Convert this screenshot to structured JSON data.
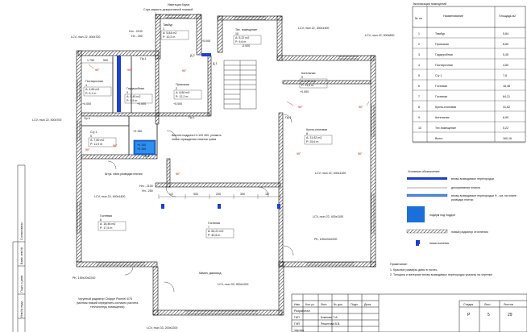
{
  "explication": {
    "title": "Экспликация помещений",
    "headers": [
      "№ пп",
      "Наименование",
      "Площадь м2"
    ],
    "rows": [
      [
        "1",
        "Тамбур",
        "5,84"
      ],
      [
        "2",
        "Прихожая",
        "8,80"
      ],
      [
        "3",
        "Гардеробная",
        "5,45"
      ],
      [
        "4",
        "Постирочная",
        "4,80"
      ],
      [
        "5",
        "С/у 1",
        "7,8"
      ],
      [
        "6",
        "Гостевая",
        "18,48"
      ],
      [
        "7",
        "Гостиная",
        "64,21"
      ],
      [
        "8",
        "Кухня-столовая",
        "31,82"
      ],
      [
        "9",
        "Котельная",
        "6,90"
      ],
      [
        "10",
        "Тех.помещение",
        "5,22"
      ],
      [
        "",
        "Всего",
        "160,16"
      ]
    ]
  },
  "legend": {
    "title": "Условные обозначения:",
    "items": [
      "вновь возводимые перегородки",
      "декоративная планка",
      "вновь возводимые перегородки Н - см. на плане разводки плитки",
      "подиум под поддон",
      "новый радиатор отопления",
      "ниши колонны"
    ]
  },
  "notes": {
    "title": "Примечание:",
    "items": [
      "1. Красные размеры даны в ноготь.",
      "2. Толщина и материал вновь возводимых перегородок указаны на чертеже"
    ]
  },
  "stamp": {
    "cols": [
      "Изм.",
      "Кол.уч",
      "Лист",
      "№ док.",
      "Подп.",
      "Дата"
    ],
    "roles": [
      "Разработал",
      "ГАП",
      "ГИП",
      "Чертил"
    ],
    "names": [
      "",
      "Блинова Т.А.",
      "Решетова В.В.",
      ""
    ],
    "stage_headers": [
      "Стадия",
      "Лист",
      "Листов"
    ],
    "stage_values": [
      "Р",
      "5",
      "29"
    ]
  },
  "side_labels": [
    "Согласовано:",
    "Взам. инв.№",
    "Подп. и дата",
    "Инв.№ подл."
  ],
  "rooms": [
    {
      "name": "Тамбур",
      "num": "1",
      "area": "A: 5,84 m2",
      "perim": "P: 10,2 m"
    },
    {
      "name": "Тех. помещение",
      "num": "10",
      "area": "A: 5,22 m2",
      "perim": "P: 9,6 m"
    },
    {
      "name": "Постирочная",
      "num": "4",
      "area": "A: 4,80 m2",
      "perim": "P: 9,1 m"
    },
    {
      "name": "Гардеробная",
      "num": "3",
      "area": "A: 5,45 m2",
      "perim": "P: 9,5 m"
    },
    {
      "name": "Прихожая",
      "num": "2",
      "area": "A: 8,80 m2",
      "perim": "P: 12,2 m"
    },
    {
      "name": "Котельная",
      "num": "9",
      "area": "A: 6,90 m2",
      "perim": "P: 11,6 m"
    },
    {
      "name": "С/у 1",
      "num": "5",
      "area": "A: 7,80 m2",
      "perim": "P: 11,9 m"
    },
    {
      "name": "Кухня-столовая",
      "num": "8",
      "area": "A: 31,82 m2",
      "perim": "P: 25,6 m"
    },
    {
      "name": "Гостевая",
      "num": "6",
      "area": "A: 18,48 m2",
      "perim": "P: 17,5 m"
    },
    {
      "name": "Гостиная",
      "num": "7",
      "area": "A: 64,21 m2",
      "perim": "P: 40,6 m"
    }
  ],
  "annotations": {
    "imitation": "Имитация бруса",
    "beam": "Слух закрыть декоративной планкой",
    "room_tambur": "Тамбур",
    "room_tech": "Тех. помещение",
    "lcv_1": "LCV, mun 22, 500x700",
    "lcv_2": "LCV, mun 22, 300x1400",
    "lcv_3": "LCV, mun 22, 500x800",
    "lcv_4": "LCV, mun 22, 500x700",
    "lcv_5": "LCV, mun 22, 400x1100",
    "lcv_6": "LCV, mun 22, 400x1400",
    "lcv_7": "LCV, mun 22, 400x1100",
    "lcv_8": "LCV, mun 33, 300x1200",
    "lcv_9": "LCV, mun 33, 200x1200",
    "hm_1": "Hm - 2100",
    "hm_1b": "Hn - 250",
    "hm_2": "Hm - 2100",
    "hm_2b": "Hn - 250",
    "rk_1": "PK, 150x20x2200",
    "rk_2": "PK, 150x20x2200",
    "podium": "Высота поддона H=120 400. уложить после ограждения отметки трапа",
    "shtuk": "Штук. пана разводки плитки",
    "kamin": "Камин, дымоход",
    "radiator": "Чугунный радиатор Chappe Pionnel 4/75",
    "radiator2": "(монтаж низкий определить согласно расчета теплопотерь помещения)",
    "level_0": "+0.000",
    "level_tech": "+0.000",
    "level_sw": "+0.000",
    "level_w": "+0.000",
    "level_n": "-0.000",
    "level_pr2": "+0.000",
    "level_100": "+0.150",
    "podium_box": "+0.100",
    "podium_box2": "+0.150",
    "deg": "90°",
    "dim_1750": "1 750",
    "dim_900": "900",
    "dim_12a": "1/2",
    "dim_200": "200",
    "dim_300": "300",
    "dim_12b": "1/2",
    "pr1": "Пр-1",
    "pr2": "Пр-2",
    "pr3": "Пр-3",
    "d2": "Д-2",
    "d1": "Д-1",
    "d3": "Д-3"
  }
}
